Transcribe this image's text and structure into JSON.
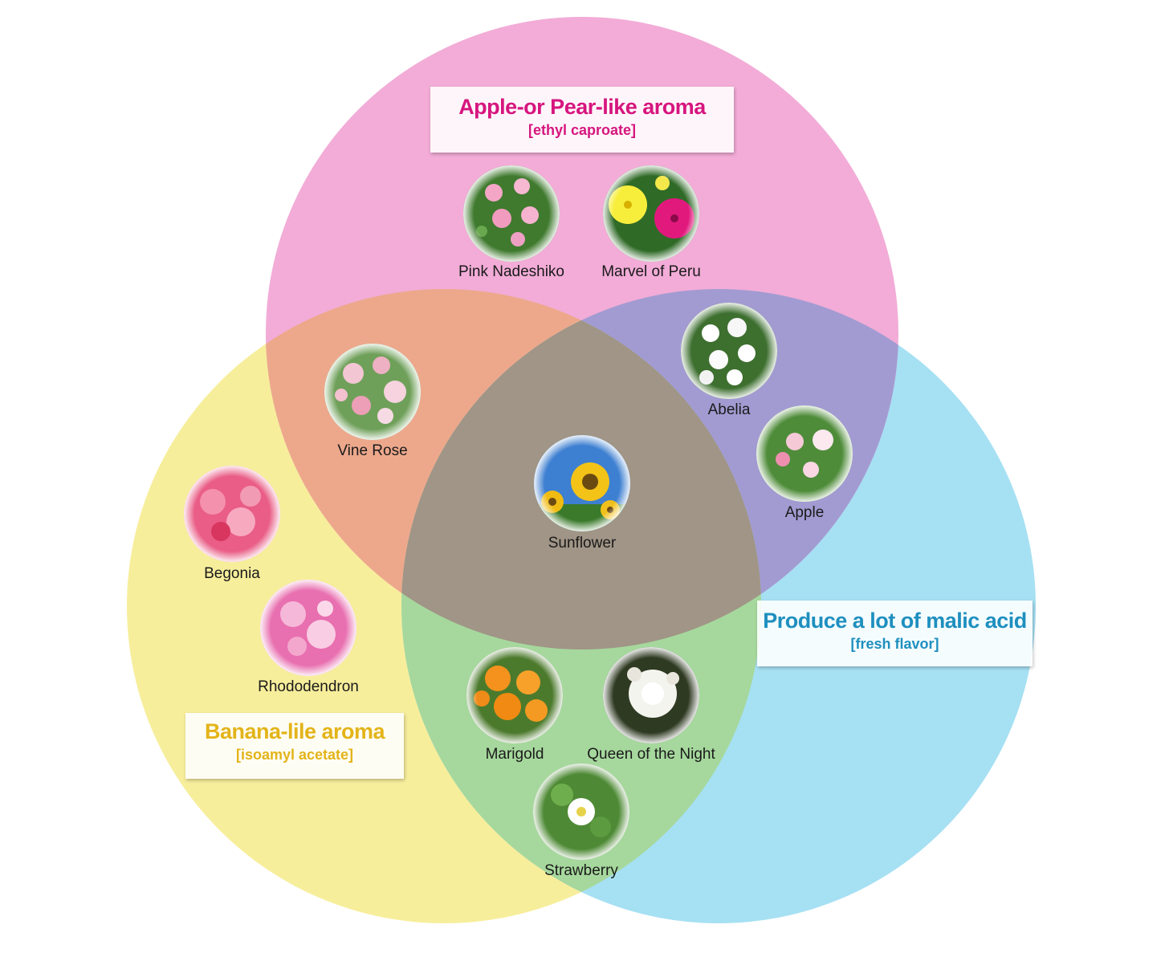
{
  "sets": {
    "pink": {
      "title": "Apple-or Pear-like aroma",
      "subtitle": "[ethyl caproate]",
      "color": "#e988c6",
      "text_color": "#d6157e"
    },
    "yellow": {
      "title": "Banana-lile aroma",
      "subtitle": "[isoamyl acetate]",
      "color": "#f5ea88",
      "text_color": "#e3b419"
    },
    "blue": {
      "title": "Produce a lot of malic acid",
      "subtitle": "[fresh flavor]",
      "color": "#8fd7f0",
      "text_color": "#1e8fbf"
    }
  },
  "flowers": [
    {
      "id": "pink-nadeshiko",
      "label": "Pink Nadeshiko",
      "icon": "pink-nadeshiko-photo",
      "sets": [
        "pink"
      ]
    },
    {
      "id": "marvel-of-peru",
      "label": "Marvel of Peru",
      "icon": "marvel-of-peru-photo",
      "sets": [
        "pink"
      ]
    },
    {
      "id": "vine-rose",
      "label": "Vine Rose",
      "icon": "vine-rose-photo",
      "sets": [
        "pink",
        "yellow"
      ]
    },
    {
      "id": "abelia",
      "label": "Abelia",
      "icon": "abelia-photo",
      "sets": [
        "pink",
        "blue"
      ]
    },
    {
      "id": "apple",
      "label": "Apple",
      "icon": "apple-blossom-photo",
      "sets": [
        "pink",
        "blue"
      ]
    },
    {
      "id": "sunflower",
      "label": "Sunflower",
      "icon": "sunflower-photo",
      "sets": [
        "pink",
        "yellow",
        "blue"
      ]
    },
    {
      "id": "begonia",
      "label": "Begonia",
      "icon": "begonia-photo",
      "sets": [
        "yellow"
      ]
    },
    {
      "id": "rhododendron",
      "label": "Rhododendron",
      "icon": "rhododendron-photo",
      "sets": [
        "yellow"
      ]
    },
    {
      "id": "marigold",
      "label": "Marigold",
      "icon": "marigold-photo",
      "sets": [
        "yellow",
        "blue"
      ]
    },
    {
      "id": "queen-of-the-night",
      "label": "Queen of the Night",
      "icon": "queen-of-the-night-photo",
      "sets": [
        "yellow",
        "blue"
      ]
    },
    {
      "id": "strawberry",
      "label": "Strawberry",
      "icon": "strawberry-flower-photo",
      "sets": [
        "yellow",
        "blue"
      ]
    }
  ]
}
